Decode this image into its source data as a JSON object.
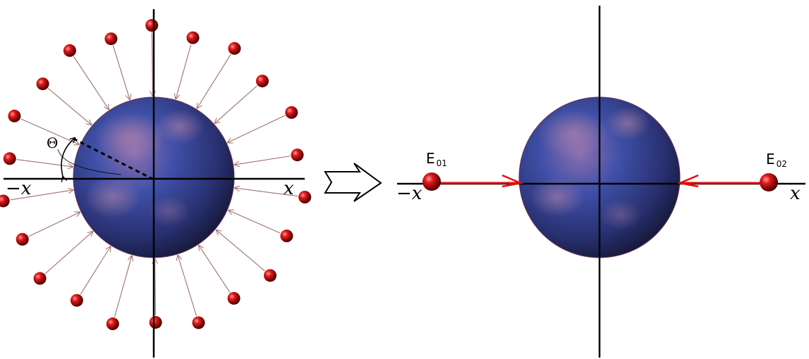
{
  "left_panel": {
    "angle_label": "Θ",
    "neg_x_label": "−x",
    "pos_x_label": "x",
    "charge_count": 22
  },
  "transform_arrow": {
    "icon": "hollow-right-arrow-icon"
  },
  "right_panel": {
    "neg_x_label": "−x",
    "pos_x_label": "x",
    "charge_left": {
      "base": "E",
      "sub": "01"
    },
    "charge_right": {
      "base": "E",
      "sub": "02"
    }
  },
  "colors": {
    "axis": "#000000",
    "sphere_dark": "#1e2458",
    "sphere_mid": "#3a4aa0",
    "sphere_light": "#a77aa0",
    "charge": "#d01818",
    "field_arrow": "#b07878",
    "field_line_red": "#e01010"
  }
}
